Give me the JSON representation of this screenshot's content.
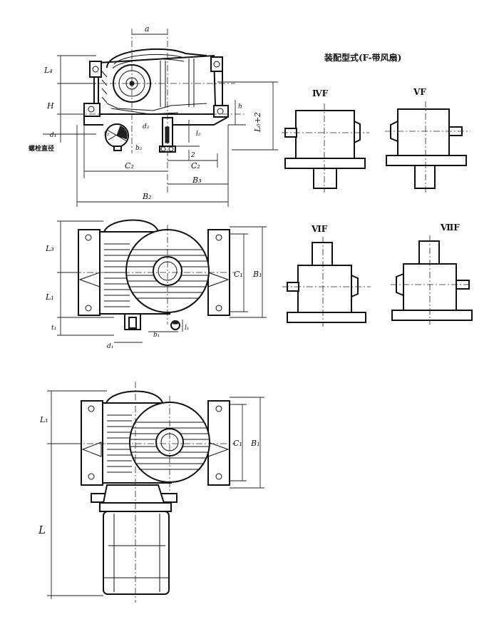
{
  "mounting": {
    "title": "装配型式(F-带风扇)",
    "views": [
      "ⅣF",
      "ⅤF",
      "ⅥF",
      "ⅦF"
    ]
  },
  "front_view": {
    "labels": {
      "a": "a",
      "L4": "L₄",
      "H": "H",
      "h": "h",
      "L0": "L₀+2",
      "d1": "d₁",
      "bolt_dia": "螺栓直径",
      "d2": "d₂",
      "l2": "l₂",
      "t2": "t₂",
      "b2": "b₂",
      "two": "2",
      "C2": "C₂",
      "C2b": "C₂",
      "B3": "B₃",
      "B2": "B₂"
    }
  },
  "top_view": {
    "labels": {
      "L3": "L₃",
      "L1": "L₁",
      "t1": "t₁",
      "C1": "C₁",
      "B1": "B₁",
      "d1": "d₁",
      "b1": "b₁",
      "l1": "l₁"
    }
  },
  "motor_view": {
    "labels": {
      "L1": "L₁",
      "C1": "C₁",
      "B1": "B₁",
      "L": "L"
    }
  }
}
